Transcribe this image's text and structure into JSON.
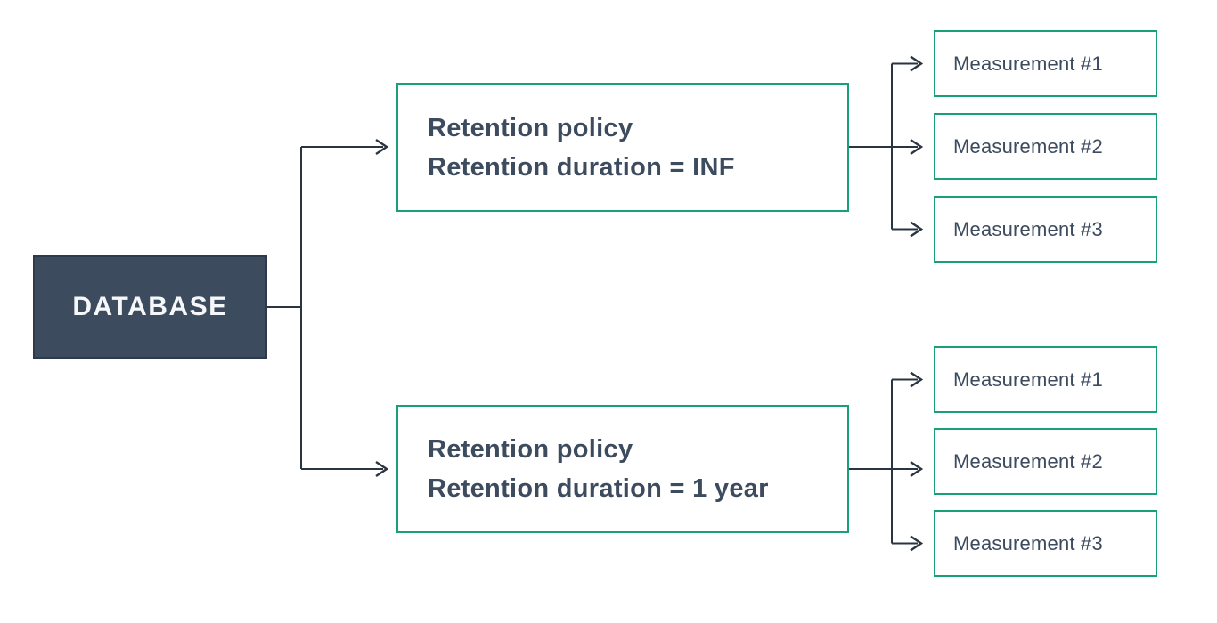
{
  "diagram": {
    "database": {
      "label": "DATABASE"
    },
    "branches": [
      {
        "policy_line1": "Retention policy",
        "policy_line2": "Retention duration = INF",
        "measurements": [
          "Measurement #1",
          "Measurement #2",
          "Measurement #3"
        ]
      },
      {
        "policy_line1": "Retention policy",
        "policy_line2": "Retention duration = 1 year",
        "measurements": [
          "Measurement #1",
          "Measurement #2",
          "Measurement #3"
        ]
      }
    ],
    "colors": {
      "node_border_green": "#1aa079",
      "database_fill": "#3d4b5e",
      "text_dark": "#3c4b5e",
      "connector_line": "#2b3542",
      "background": "#ffffff"
    }
  }
}
